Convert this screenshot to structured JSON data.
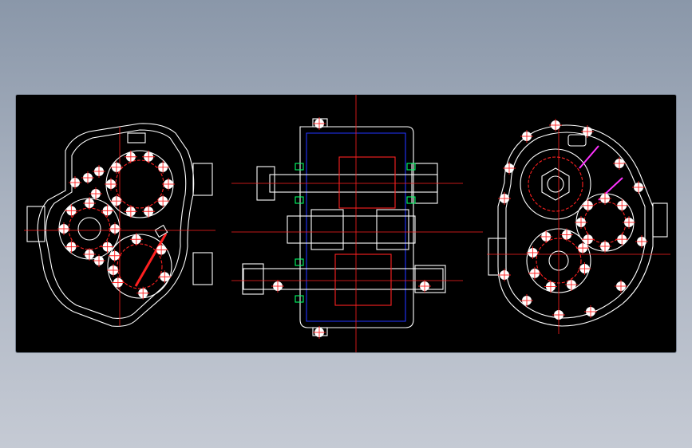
{
  "drawing": {
    "background": "#000000",
    "views": [
      "front-view",
      "section-view",
      "rear-view"
    ],
    "colors": {
      "outline": "#ffffff",
      "centerline": "#ff2020",
      "hidden": "#2233ff",
      "accent": "#00ff66",
      "magenta": "#ff33ff",
      "bolt": "#ffffff"
    }
  }
}
